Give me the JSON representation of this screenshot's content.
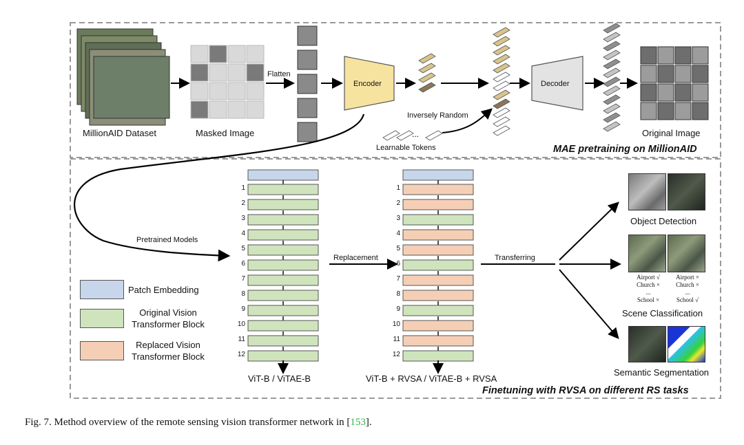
{
  "top": {
    "dataset_label": "MillionAID Dataset",
    "masked_label": "Masked Image",
    "flatten_label": "Flatten",
    "encoder_label": "Encoder",
    "decoder_label": "Decoder",
    "inversely_label": "Inversely Random",
    "learnable_label": "Learnable Tokens",
    "original_label": "Original Image",
    "section_title": "MAE pretraining on MillionAID"
  },
  "bottom": {
    "pretrained_label": "Pretrained Models",
    "replacement_label": "Replacement",
    "transferring_label": "Transferring",
    "vit_left_label": "ViT-B / ViTAE-B",
    "vit_right_label": "ViT-B + RVSA / ViTAE-B + RVSA",
    "block_numbers": [
      "1",
      "2",
      "3",
      "4",
      "5",
      "6",
      "7",
      "8",
      "9",
      "10",
      "11",
      "12"
    ],
    "right_column_kinds": [
      "r",
      "r",
      "g",
      "r",
      "r",
      "g",
      "r",
      "r",
      "g",
      "r",
      "r",
      "g"
    ],
    "section_title": "Finetuning with RVSA on different RS tasks",
    "legend": {
      "patch": "Patch Embedding",
      "original_1": "Original Vision",
      "original_2": "Transformer Block",
      "replaced_1": "Replaced Vision",
      "replaced_2": "Transformer Block"
    },
    "tasks": {
      "detection": "Object Detection",
      "scene": "Scene Classification",
      "segmentation": "Semantic Segmentation",
      "scene_left": [
        "Airport √",
        "Church ×",
        "...",
        "School ×"
      ],
      "scene_right": [
        "Airport ×",
        "Church ×",
        "...",
        "School √"
      ]
    }
  },
  "colors": {
    "blue": "#c7d6ea",
    "green": "#cfe4bd",
    "orange": "#f5cfb5",
    "encoder": "#f7e3a0",
    "decoder": "#e3e3e3"
  },
  "caption": {
    "prefix": "Fig. 7.  Method overview of the remote sensing vision transformer network in [",
    "cite": "153",
    "suffix": "]."
  }
}
